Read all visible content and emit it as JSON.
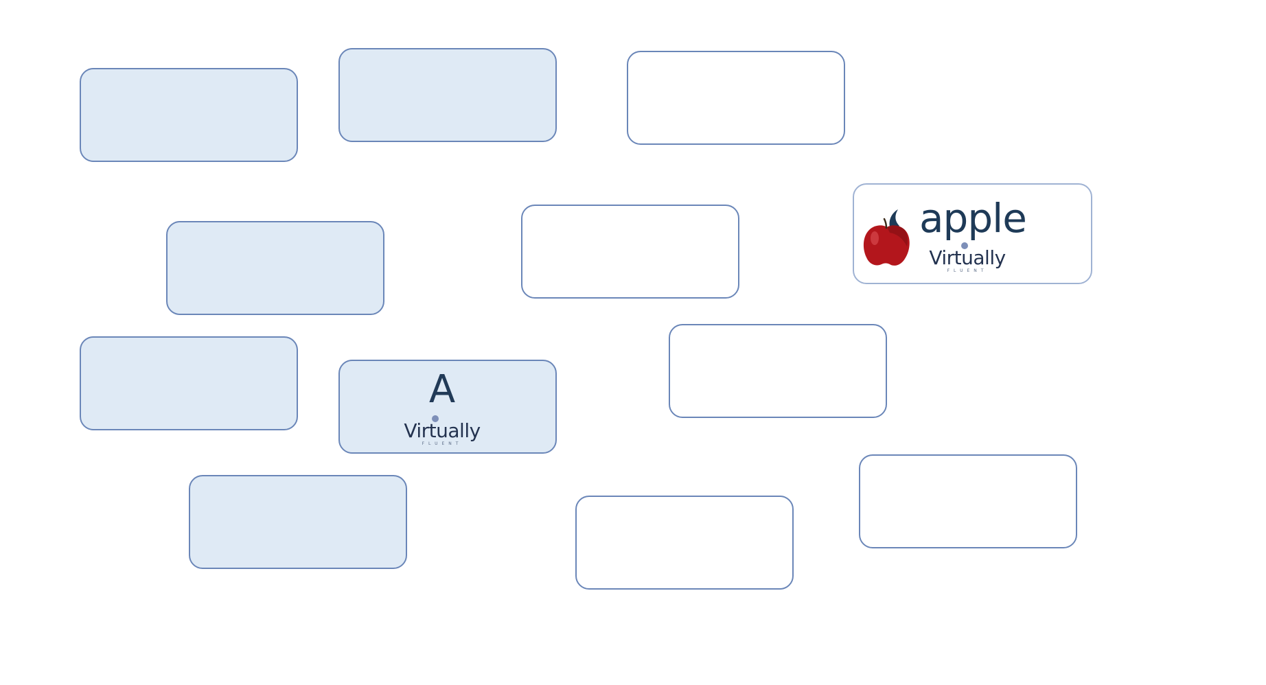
{
  "cards": {
    "a": {
      "letter": "A",
      "brand_name": "Virtually",
      "brand_sub": "FLUENT"
    },
    "apple": {
      "word": "apple",
      "icon": "apple-icon",
      "brand_name": "Virtually",
      "brand_sub": "FLUENT"
    }
  },
  "colors": {
    "card_border": "#6a86b8",
    "card_blue_fill": "#dfeaf5",
    "card_white_fill": "#ffffff",
    "text_dark": "#1e3a57",
    "apple_red": "#b3161c"
  }
}
